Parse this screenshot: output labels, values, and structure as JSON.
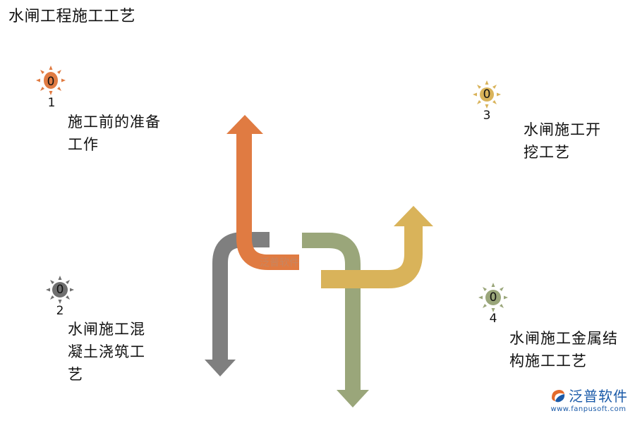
{
  "title": "水闸工程施工工艺",
  "steps": [
    {
      "num_top": "0",
      "num_bottom": "1",
      "label_line1": "施工前的准备",
      "label_line2": "工作",
      "label_line3": "",
      "color": "#e07b42"
    },
    {
      "num_top": "0",
      "num_bottom": "2",
      "label_line1": "水闸施工混",
      "label_line2": "凝土浇筑工",
      "label_line3": "艺",
      "color": "#7f7f7f"
    },
    {
      "num_top": "0",
      "num_bottom": "3",
      "label_line1": "水闸施工开",
      "label_line2": "挖工艺",
      "label_line3": "",
      "color": "#d9b35a"
    },
    {
      "num_top": "0",
      "num_bottom": "4",
      "label_line1": "水闸施工金属结",
      "label_line2": "构施工工艺",
      "label_line3": "",
      "color": "#9aa67a"
    }
  ],
  "watermark": "泛普软件",
  "logo": {
    "name": "泛普软件",
    "url": "www.fanpusoft.com",
    "icon": "fanpu-logo-icon"
  }
}
